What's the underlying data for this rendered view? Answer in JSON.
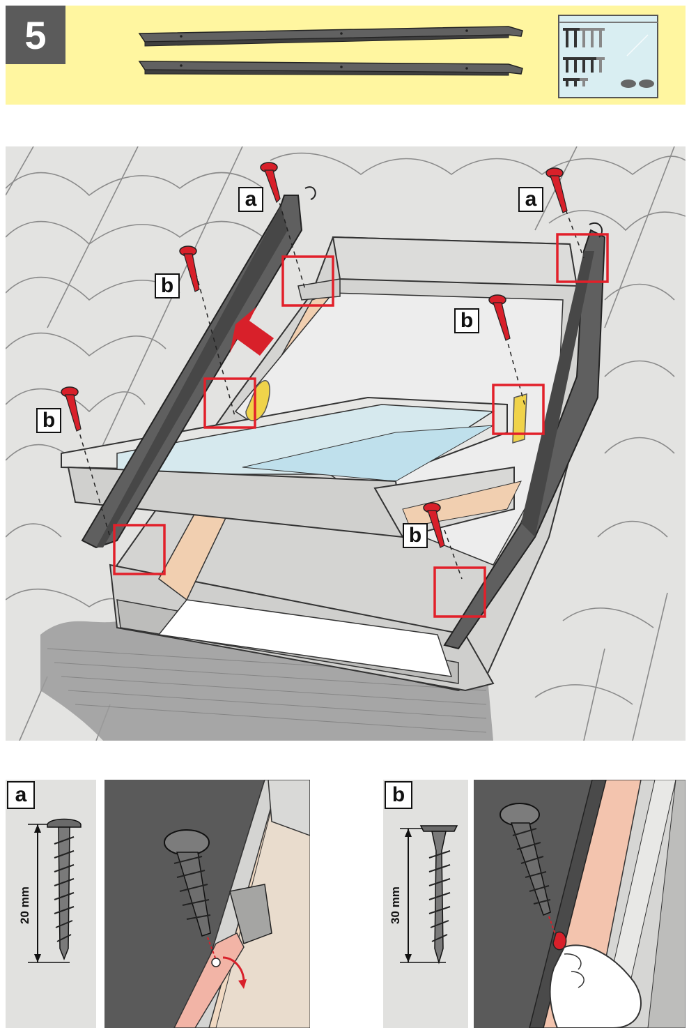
{
  "step": {
    "number": "5"
  },
  "labels": {
    "a": "a",
    "b": "b"
  },
  "details": {
    "a": {
      "label": "a",
      "dimension": "20 mm"
    },
    "b": {
      "label": "b",
      "dimension": "30 mm"
    }
  },
  "colors": {
    "banner": "#fff6a0",
    "step_box": "#5b5b5b",
    "panel": "#e3e3e1",
    "highlight_red": "#e2202a",
    "screw_red": "#d8202a",
    "flashing_dark": "#5f5f5f",
    "frame_grey": "#c8c8c6",
    "wood": "#f3d2b6",
    "glass": "#cfe7ef"
  },
  "icons": [
    "screw-icon",
    "flashing-rail-icon",
    "screw-bag-icon",
    "arrow-icon"
  ]
}
